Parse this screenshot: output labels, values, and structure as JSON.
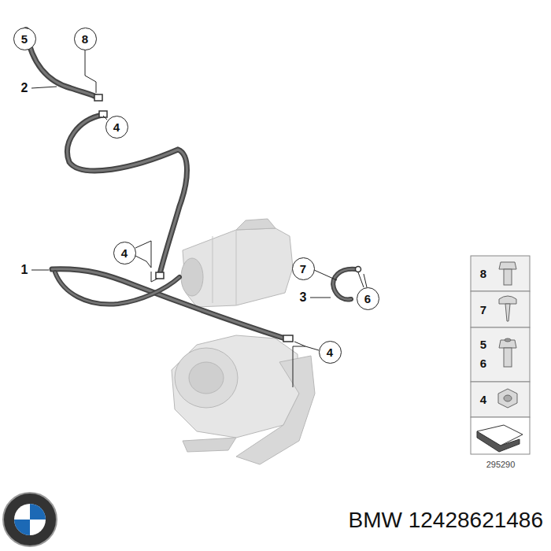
{
  "diagram": {
    "nodes": [
      {
        "text": [
          "5"
        ]
      },
      {
        "text": [
          "8"
        ]
      },
      {
        "text": [
          "4"
        ]
      },
      {
        "text": [
          "4"
        ]
      },
      {
        "text": [
          "7"
        ]
      },
      {
        "text": [
          "6"
        ]
      },
      {
        "text": [
          "4"
        ]
      }
    ],
    "labels": [
      "2",
      "1",
      "3",
      "8",
      "7",
      "5",
      "6",
      "4",
      "295290",
      "BMW 12428621486"
    ]
  }
}
